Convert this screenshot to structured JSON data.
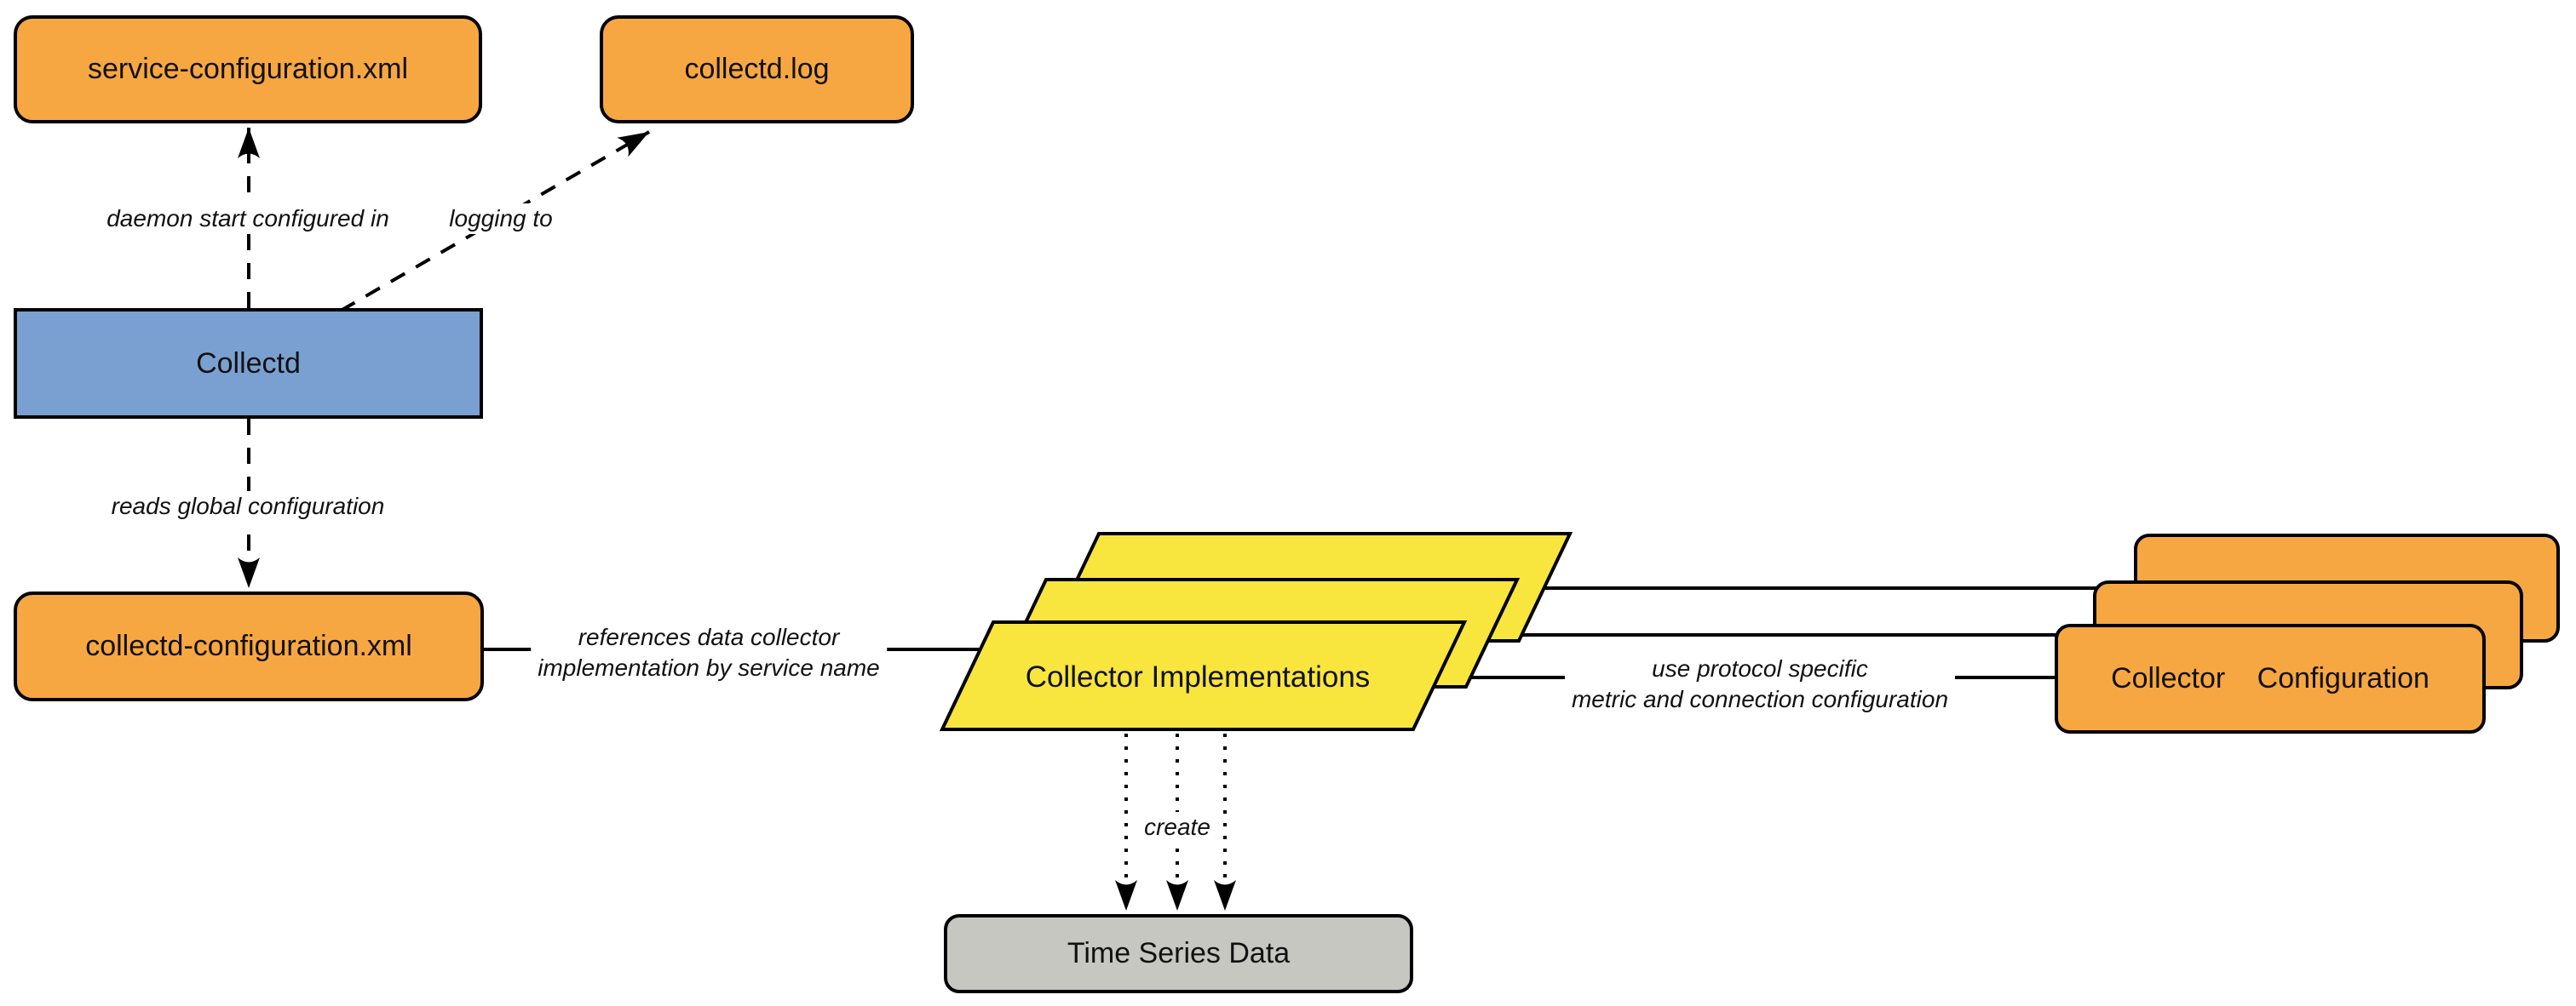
{
  "colors": {
    "orange": "#F7A742",
    "blue": "#7AA0D2",
    "yellow": "#F8E63E",
    "gray": "#C6C7C0",
    "line": "#000000"
  },
  "nodes": {
    "service_configuration": "service-configuration.xml",
    "collectd_log": "collectd.log",
    "collectd": "Collectd",
    "collectd_configuration": "collectd-configuration.xml",
    "collector_implementations": "Collector Implementations",
    "collector_configuration": "Collector Configuration",
    "time_series_data": "Time Series Data"
  },
  "edges": {
    "daemon_start": "daemon start configured in",
    "logging_to": "logging to",
    "reads_global": "reads global configuration",
    "references_line1": "references data collector",
    "references_line2": "implementation by service name",
    "protocol_line1": "use protocol specific",
    "protocol_line2": "metric and connection configuration",
    "create": "create"
  }
}
